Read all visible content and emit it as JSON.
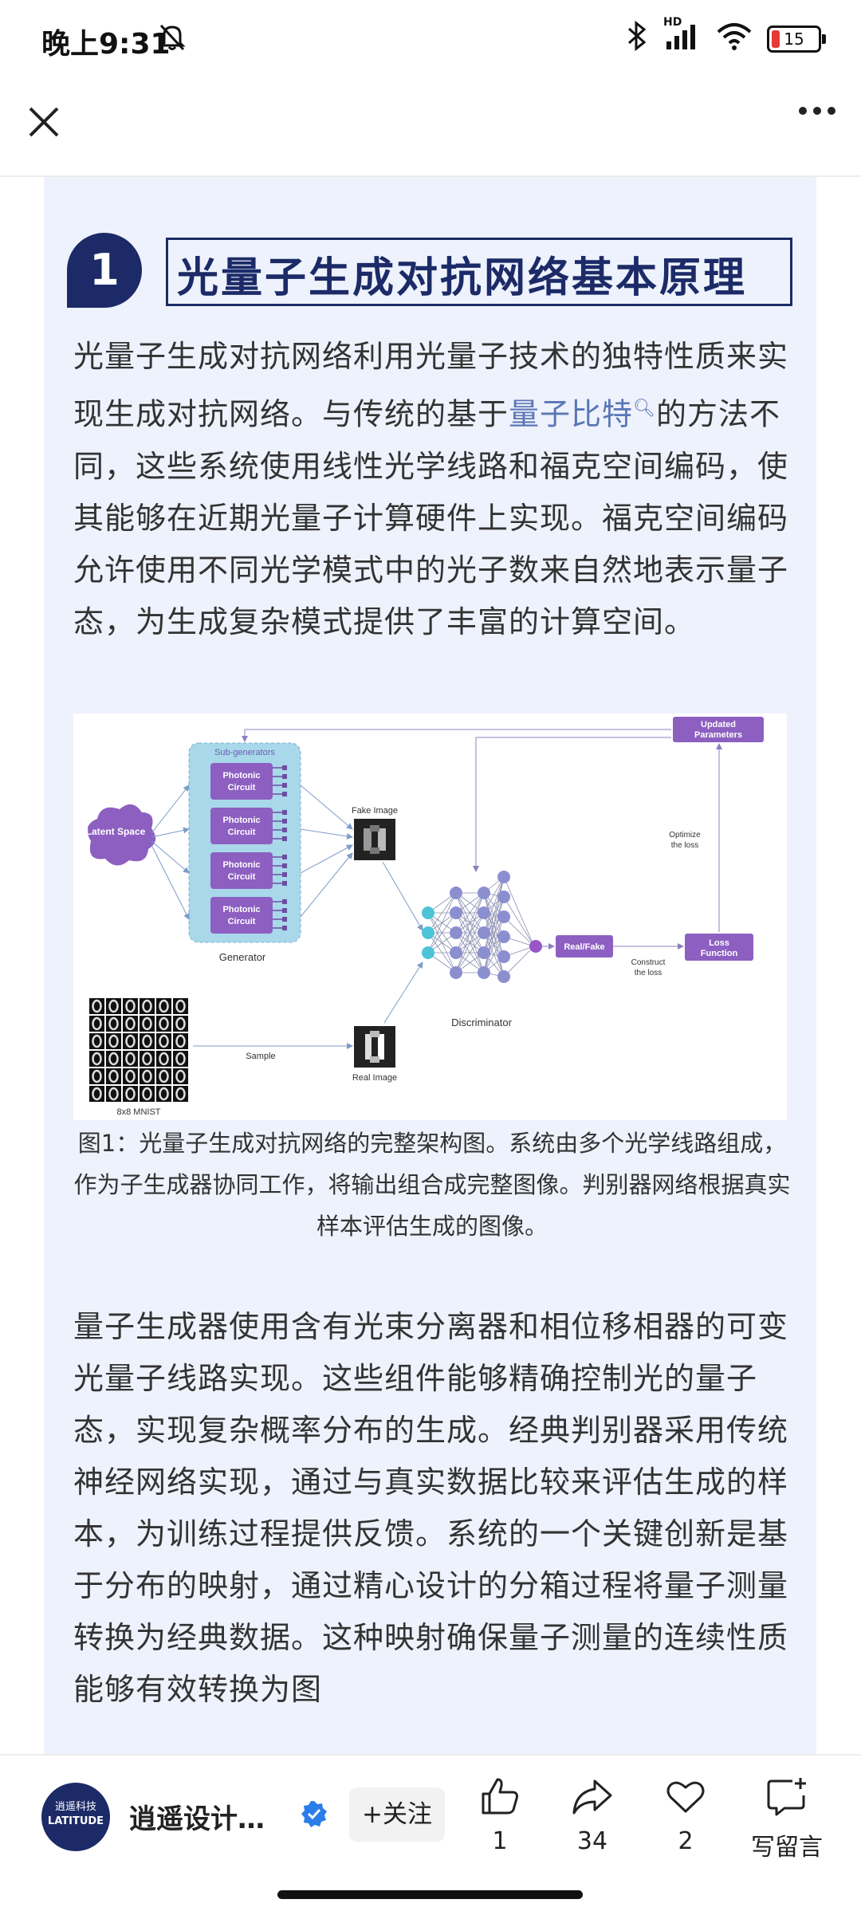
{
  "status_bar": {
    "time": "晚上9:31",
    "hd_label": "HD",
    "battery": "15"
  },
  "article": {
    "section_number": "1",
    "section_title": "光量子生成对抗网络基本原理",
    "para1_part1": "光量子生成对抗网络利用光量子技术的独特性质来实现生成对抗网络。与传统的基于",
    "para1_link": "量子比特",
    "para1_part2": "的方法不同，这些系统使用线性光学线路和福克空间编码，使其能够在近期光量子计算硬件上实现。福克空间编码允许使用不同光学模式中的光子数来自然地表示量子态，为生成复杂模式提供了丰富的计算空间。",
    "caption": "图1：光量子生成对抗网络的完整架构图。系统由多个光学线路组成，作为子生成器协同工作，将输出组合成完整图像。判别器网络根据真实样本评估生成的图像。",
    "para2": "量子生成器使用含有光束分离器和相位移相器的可变光量子线路实现。这些组件能够精确控制光的量子态，实现复杂概率分布的生成。经典判别器采用传统神经网络实现，通过与真实数据比较来评估生成的样本，为训练过程提供反馈。系统的一个关键创新是基于分布的映射，通过精心设计的分箱过程将量子测量转换为经典数据。这种映射确保量子测量的连续性质能够有效转换为图"
  },
  "figure": {
    "latent": "Latent Space",
    "sub_generators": "Sub-generators",
    "photonic_l1": "Photonic",
    "photonic_l2": "Circuit",
    "generator": "Generator",
    "fake_image": "Fake Image",
    "real_image": "Real Image",
    "sample": "Sample",
    "mnist": "8x8 MNIST",
    "discriminator": "Discriminator",
    "real_fake": "Real/Fake",
    "loss_l1": "Loss",
    "loss_l2": "Function",
    "updated_l1": "Updated",
    "updated_l2": "Parameters",
    "optimize_l1": "Optimize",
    "optimize_l2": "the loss",
    "construct_l1": "Construct",
    "construct_l2": "the loss"
  },
  "bottom_bar": {
    "avatar_top": "逍遥科技",
    "avatar_bottom": "LATITUDE",
    "author": "逍遥设计…",
    "follow": "+关注",
    "like_count": "1",
    "share_count": "34",
    "fav_count": "2",
    "comment_label": "写留言"
  },
  "colors": {
    "navy": "#1c2b67",
    "card_bg": "#eef2fc",
    "link": "#5a76b5",
    "purple": "#8d5fc1",
    "light_blue": "#a8d8ea"
  }
}
